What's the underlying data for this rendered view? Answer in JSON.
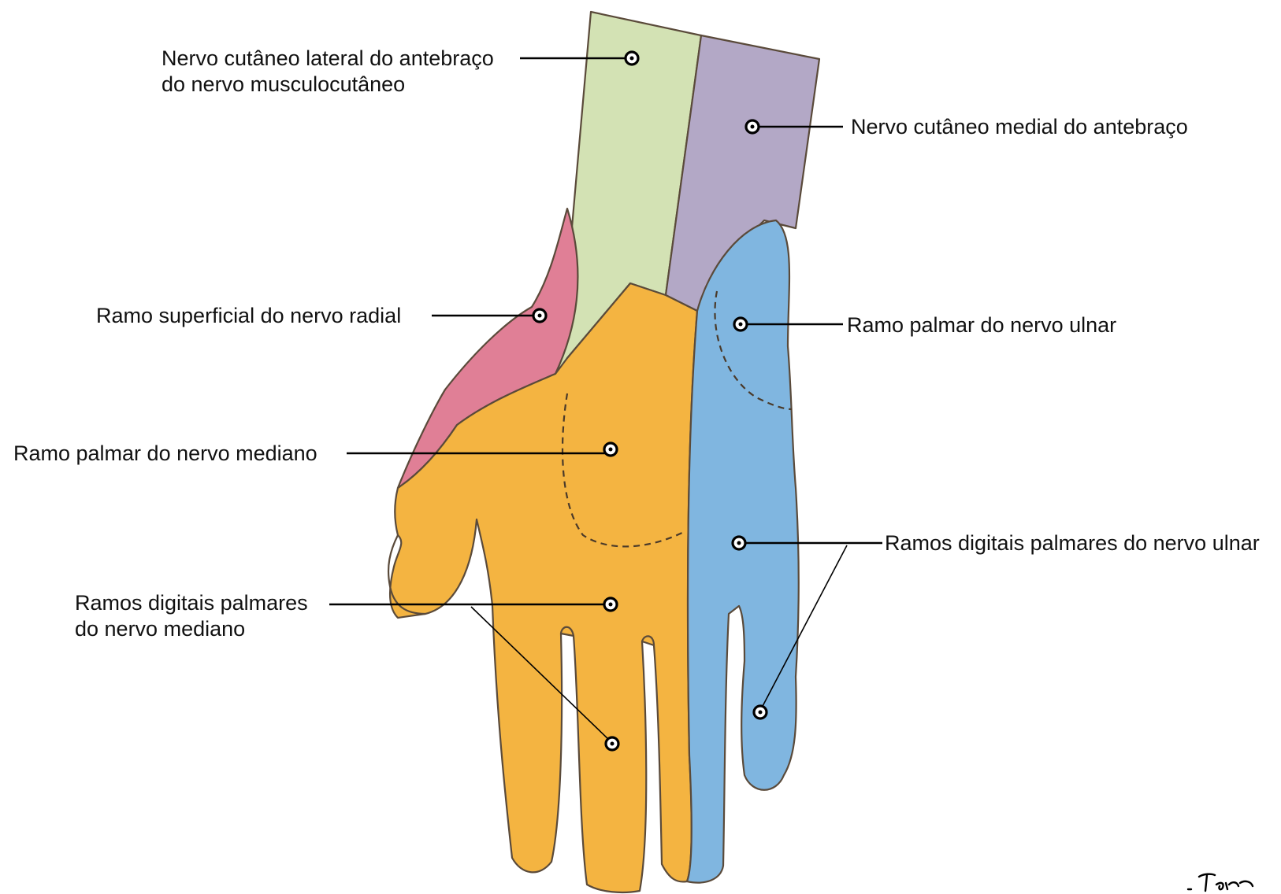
{
  "colors": {
    "lateral_antebrachial": "#d3e2b4",
    "medial_antebrachial": "#b3a8c6",
    "radial_superficial": "#e07f96",
    "median": "#f4b441",
    "ulnar": "#80b6e0"
  },
  "labels": {
    "lateral_cutaneous": [
      "Nervo cutâneo lateral do antebraço",
      "do nervo musculocutâneo"
    ],
    "medial_cutaneous": "Nervo cutâneo medial do antebraço",
    "radial_superficial": "Ramo superficial do nervo radial",
    "ulnar_palmar": "Ramo palmar do nervo ulnar",
    "median_palmar": "Ramo palmar do nervo mediano",
    "ulnar_digital": "Ramos digitais palmares do nervo ulnar",
    "median_digital": [
      "Ramos digitais palmares",
      "do nervo mediano"
    ]
  }
}
